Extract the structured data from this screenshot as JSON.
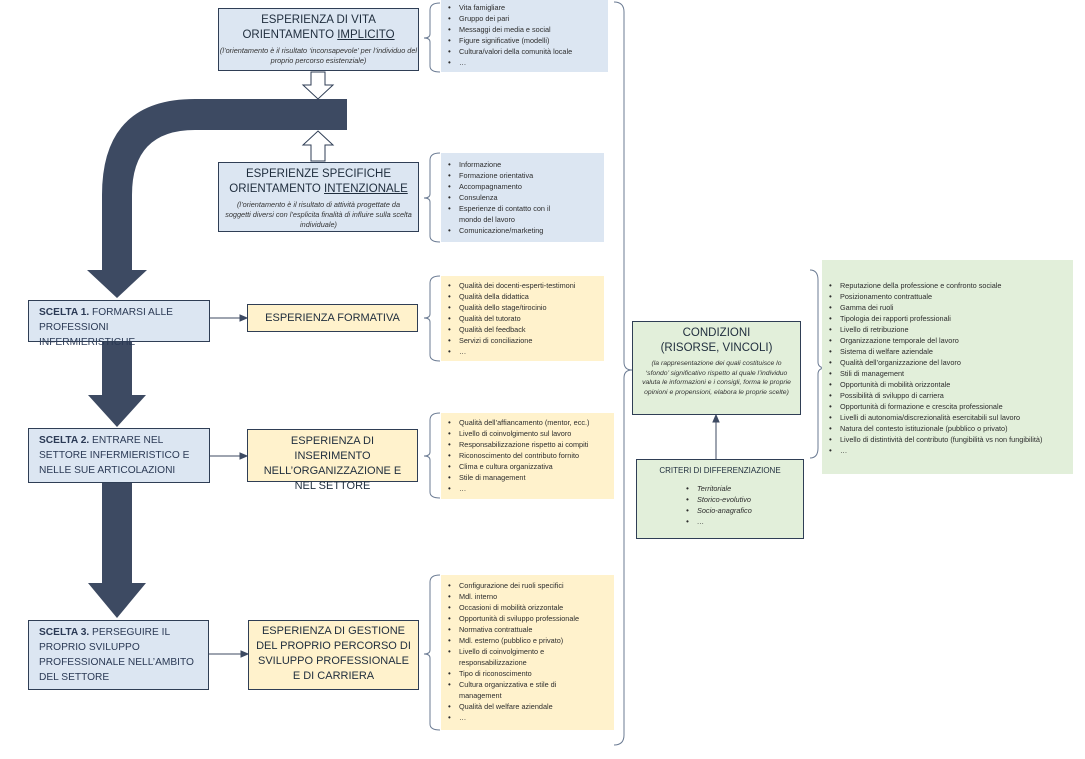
{
  "implicit": {
    "title_line1": "ESPERIENZA DI VITA",
    "title_line2_prefix": "ORIENTAMENTO ",
    "title_line2_underlined": "IMPLICITO",
    "subtitle": "(l’orientamento è il risultato ‘inconsapevole’ per l’individuo del proprio percorso esistenziale)",
    "items": [
      "Vita famigliare",
      "Gruppo dei pari",
      "Messaggi dei media e social",
      "Figure significative (modelli)",
      "Cultura/valori della comunità locale",
      "…"
    ]
  },
  "intentional": {
    "title_line1": "ESPERIENZE SPECIFICHE",
    "title_line2_prefix": "ORIENTAMENTO ",
    "title_line2_underlined": "INTENZIONALE",
    "subtitle": "(l’orientamento è il risultato di attività progettate da soggetti diversi con l’esplicita finalità di influire sulla scelta individuale)",
    "items": [
      "Informazione",
      "Formazione orientativa",
      "Accompagnamento",
      "Consulenza",
      "Esperienze di contatto con il mondo del lavoro",
      "Comunicazione/marketing"
    ]
  },
  "choice1": {
    "label": "SCELTA 1.",
    "text": " FORMARSI ALLE PROFESSIONI INFERMIERISTICHE",
    "experience": "ESPERIENZA FORMATIVA",
    "items": [
      "Qualità dei docenti-esperti-testimoni",
      "Qualità della didattica",
      "Qualità dello stage/tirocinio",
      "Qualità del tutorato",
      "Qualità del feedback",
      "Servizi di conciliazione",
      "…"
    ]
  },
  "choice2": {
    "label": "SCELTA 2.",
    "text": " ENTRARE NEL SETTORE INFERMIERISTICO E NELLE SUE ARTICOLAZIONI",
    "experience": "ESPERIENZA DI INSERIMENTO NELL’ORGANIZZAZIONE E NEL SETTORE",
    "items": [
      "Qualità dell’affiancamento (mentor, ecc.)",
      "Livello di coinvolgimento sul lavoro",
      "Responsabilizzazione rispetto ai compiti",
      "Riconoscimento del contributo fornito",
      "Clima e cultura organizzativa",
      "Stile di management",
      "…"
    ]
  },
  "choice3": {
    "label": "SCELTA 3.",
    "text": " PERSEGUIRE IL PROPRIO SVILUPPO PROFESSIONALE NELL’AMBITO DEL SETTORE",
    "experience": "ESPERIENZA DI GESTIONE DEL PROPRIO PERCORSO DI SVILUPPO PROFESSIONALE E DI CARRIERA",
    "items": [
      "Configurazione dei ruoli specifici",
      "Mdl. interno",
      "Occasioni di mobilità orizzontale",
      "Opportunità di sviluppo professionale",
      "Normativa contrattuale",
      "Mdl. esterno (pubblico e privato)",
      "Livello di coinvolgimento e responsabilizzazione",
      "Tipo di riconoscimento",
      "Cultura organizzativa e stile di management",
      "Qualità del welfare aziendale",
      "…"
    ]
  },
  "conditions": {
    "title_line1": "CONDIZIONI",
    "title_line2": "(RISORSE, VINCOLI)",
    "subtitle": "(la rappresentazione dei quali costituisce lo ‘sfondo’ significativo rispetto al quale l’individuo valuta le informazioni e i consigli, forma le proprie opinioni e propensioni, elabora le proprie scelte)",
    "items": [
      "Reputazione della professione e confronto sociale",
      "Posizionamento contrattuale",
      "Gamma dei ruoli",
      "Tipologia dei rapporti professionali",
      "Livello di retribuzione",
      "Organizzazione temporale del lavoro",
      "Sistema di welfare aziendale",
      "Qualità dell’organizzazione del lavoro",
      "Stili di management",
      "Opportunità di mobilità orizzontale",
      "Possibilità di sviluppo di carriera",
      "Opportunità di formazione e crescita professionale",
      "Livelli di autonomia/discrezionalità esercitabili sul lavoro",
      "Natura del contesto istituzionale (pubblico o privato)",
      "Livello di distintività del contributo (fungibilità vs non fungibilità)",
      "…"
    ]
  },
  "criteria": {
    "title": "CRITERI DI DIFFERENZIAZIONE",
    "items": [
      "Territoriale",
      "Storico-evolutivo",
      "Socio-anagrafico",
      "…"
    ]
  }
}
